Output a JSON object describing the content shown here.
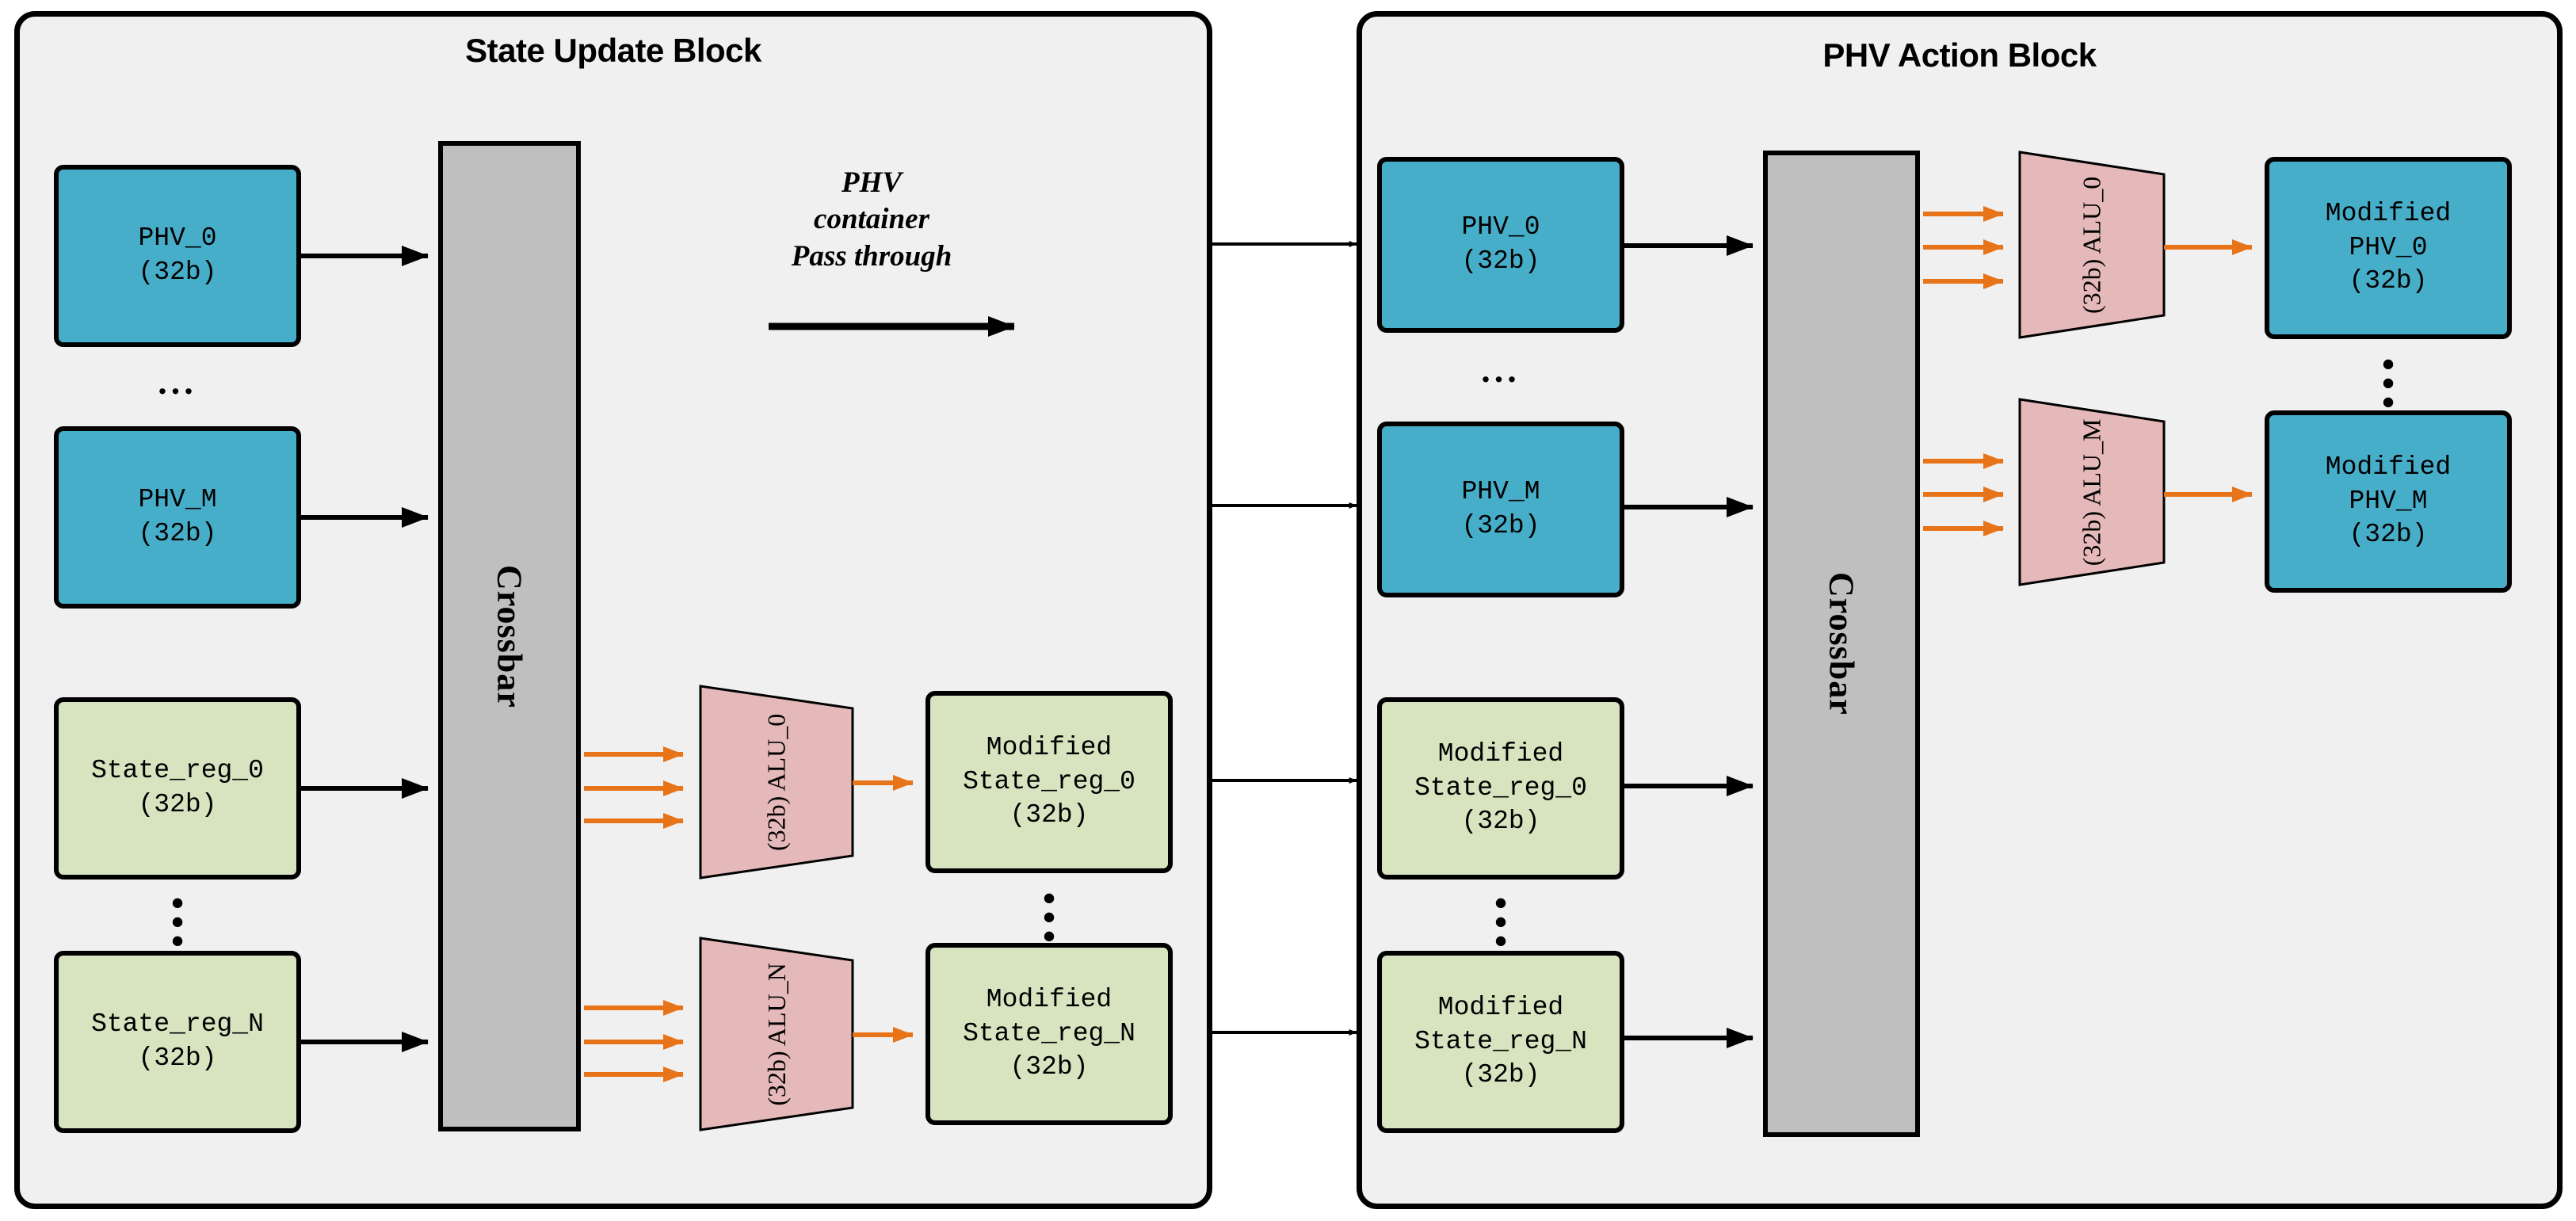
{
  "diagram": {
    "title_left": "State Update Block",
    "title_right": "PHV Action Block",
    "passthrough_note": "PHV\ncontainer\nPass through",
    "crossbar_label": "Crossbar",
    "ellipsis_h": "...",
    "ellipsis_v": "⋮",
    "colors": {
      "phv_blue": "#47AECA",
      "state_green": "#D8E3C0",
      "alu_pink": "#E5B9B9",
      "crossbar_gray": "#BFBFBF",
      "panel_bg": "#F0F0F0",
      "stroke_black": "#000000",
      "arrow_orange": "#E8741A"
    }
  },
  "state_update_block": {
    "title": "State Update Block",
    "crossbar": "Crossbar",
    "inputs": [
      {
        "line1": "PHV_0",
        "line2": "(32b)"
      },
      {
        "line1": "PHV_M",
        "line2": "(32b)"
      },
      {
        "line1": "State_reg_0",
        "line2": "(32b)"
      },
      {
        "line1": "State_reg_N",
        "line2": "(32b)"
      }
    ],
    "alus": [
      {
        "name": "ALU_0",
        "width": "(32b)"
      },
      {
        "name": "ALU_N",
        "width": "(32b)"
      }
    ],
    "outputs": [
      {
        "line1": "Modified",
        "line2": "State_reg_0",
        "line3": "(32b)"
      },
      {
        "line1": "Modified",
        "line2": "State_reg_N",
        "line3": "(32b)"
      }
    ]
  },
  "phv_action_block": {
    "title": "PHV Action Block",
    "crossbar": "Crossbar",
    "inputs": [
      {
        "line1": "PHV_0",
        "line2": "(32b)"
      },
      {
        "line1": "PHV_M",
        "line2": "(32b)"
      },
      {
        "line1": "Modified",
        "line2": "State_reg_0",
        "line3": "(32b)"
      },
      {
        "line1": "Modified",
        "line2": "State_reg_N",
        "line3": "(32b)"
      }
    ],
    "alus": [
      {
        "name": "ALU_0",
        "width": "(32b)"
      },
      {
        "name": "ALU_M",
        "width": "(32b)"
      }
    ],
    "outputs": [
      {
        "line1": "Modified",
        "line2": "PHV_0",
        "line3": "(32b)"
      },
      {
        "line1": "Modified",
        "line2": "PHV_M",
        "line3": "(32b)"
      }
    ]
  }
}
